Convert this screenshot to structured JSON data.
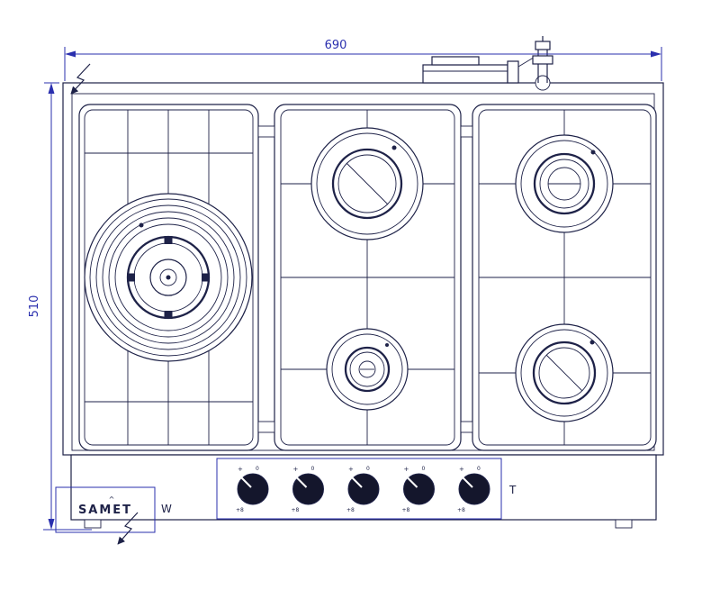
{
  "diagram": {
    "dimensions": {
      "width": "690",
      "height": "510"
    },
    "labels": {
      "w": "W",
      "t": "T"
    },
    "brand": {
      "name": "SAMET",
      "mark": "^"
    },
    "knobs": {
      "marks": {
        "top_left": "+",
        "top_right": "0",
        "bottom_left": "+8"
      }
    },
    "colors": {
      "ink": "#1e2248",
      "dimension_blue": "#2a2fae",
      "knob_fill": "#14162c",
      "background": "#ffffff"
    }
  }
}
